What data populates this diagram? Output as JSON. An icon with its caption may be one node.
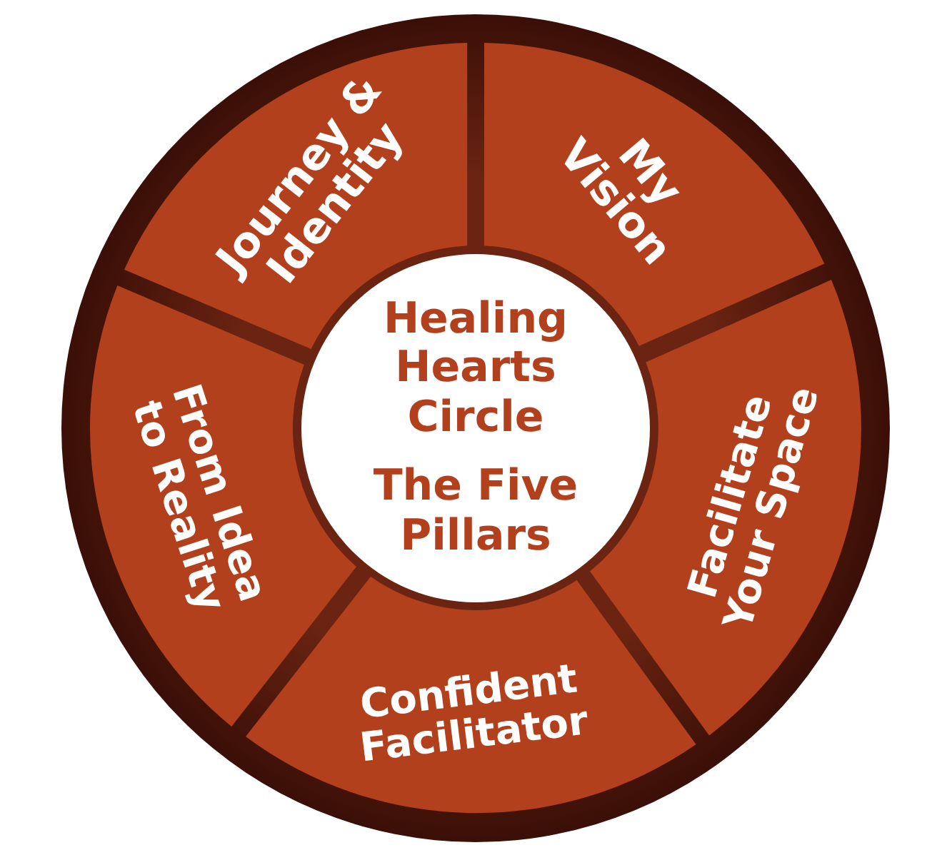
{
  "diagram": {
    "nodes": [
      {
        "text": [
          "Healing Hearts Circle",
          "The Five Pillars"
        ]
      },
      {
        "text": [
          "Journey & Identity"
        ]
      },
      {
        "text": [
          "My Vision"
        ]
      },
      {
        "text": [
          "Facilitate Your Space"
        ]
      },
      {
        "text": [
          "Confident Facilitator"
        ]
      },
      {
        "text": [
          "From Idea to Reality"
        ]
      }
    ]
  }
}
